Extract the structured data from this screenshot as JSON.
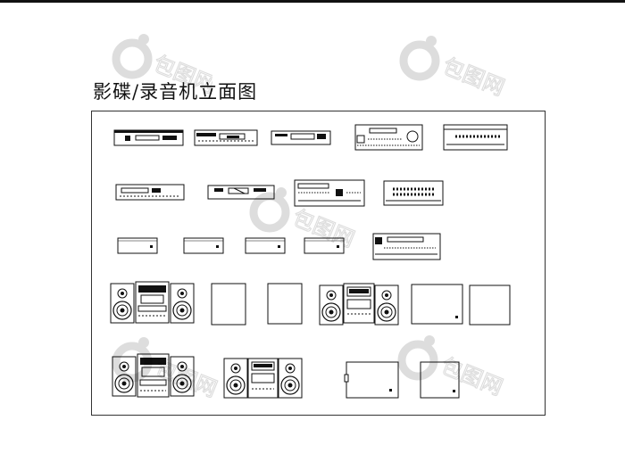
{
  "page": {
    "title": "影碟/录音机立面图"
  },
  "watermark": {
    "text": "包图网"
  },
  "drawing": {
    "rows": [
      {
        "name": "dvd-vcr-players",
        "items": [
          "dvd-player",
          "dvd-player",
          "vcr",
          "av-receiver",
          "amplifier"
        ]
      },
      {
        "name": "receivers",
        "items": [
          "dvd-player",
          "cd-player",
          "av-receiver",
          "amplifier"
        ]
      },
      {
        "name": "side-views",
        "items": [
          "side-view",
          "side-view",
          "side-view",
          "side-view",
          "av-receiver"
        ]
      },
      {
        "name": "mini-systems-a",
        "items": [
          "mini-hifi-system",
          "side-view",
          "side-view",
          "boombox",
          "side-view",
          "side-view"
        ]
      },
      {
        "name": "mini-systems-b",
        "items": [
          "mini-hifi-system",
          "boombox",
          "side-view",
          "side-view"
        ]
      }
    ]
  }
}
